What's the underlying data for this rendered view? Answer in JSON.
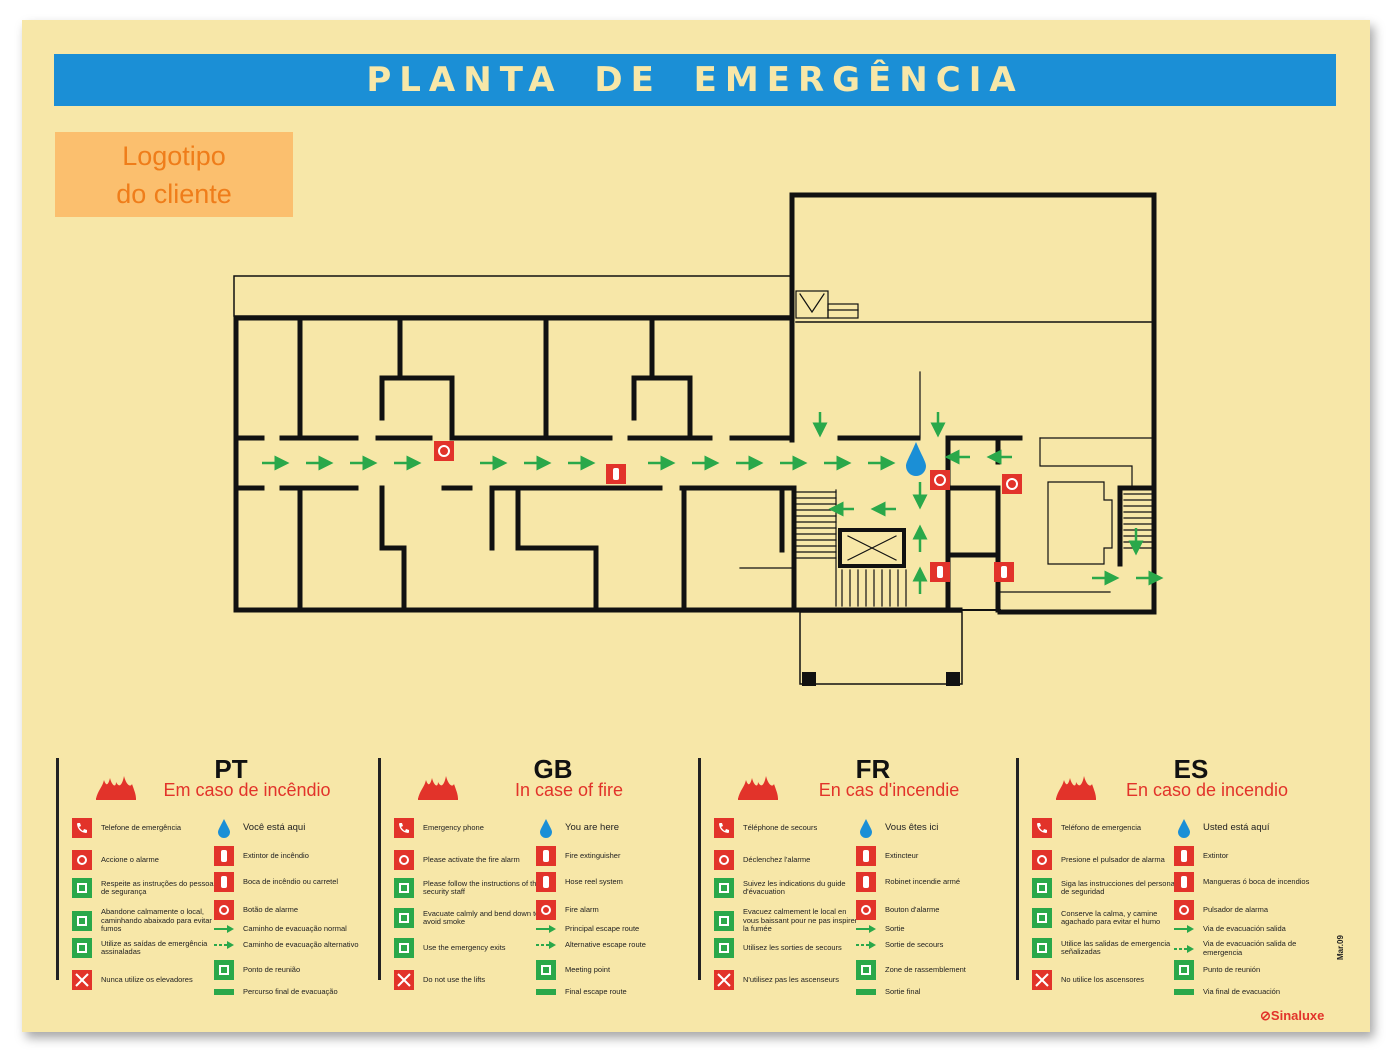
{
  "title": "PLANTA DE EMERGÊNCIA",
  "logo": {
    "line1": "Logotipo",
    "line2": "do cliente"
  },
  "colors": {
    "title_bar": "#1b8fd6",
    "background": "#f7e7a8",
    "fire_red": "#e2332a",
    "escape_green": "#2aa84a",
    "logo_box": "#fbbf6e"
  },
  "legends": [
    {
      "lang": "PT",
      "fire_title": "Em caso de incêndio",
      "left": [
        {
          "icon": "phone-icon",
          "text": "Telefone de emergência"
        },
        {
          "icon": "alarm-icon",
          "text": "Accione o alarme"
        },
        {
          "icon": "staff-icon",
          "text": "Respeite as instruções do pessoal de segurança"
        },
        {
          "icon": "evacuate-icon",
          "text": "Abandone calmamente o local, caminhando abaixado para evitar fumos"
        },
        {
          "icon": "exit-icon",
          "text": "Utilize as saídas de emergência assinaladas"
        },
        {
          "icon": "no-lift-icon",
          "text": "Nunca utilize os elevadores"
        }
      ],
      "right": [
        {
          "icon": "you-are-here-icon",
          "text": "Você está aqui"
        },
        {
          "icon": "extinguisher-icon",
          "text": "Extintor de incêndio"
        },
        {
          "icon": "hose-icon",
          "text": "Boca de incêndio ou carretel"
        },
        {
          "icon": "alarm-button-icon",
          "text": "Botão de alarme"
        },
        {
          "icon": "arrow-solid-icon",
          "text": "Caminho de evacuação normal"
        },
        {
          "icon": "arrow-dashed-icon",
          "text": "Caminho de evacuação alternativo"
        },
        {
          "icon": "meeting-point-icon",
          "text": "Ponto de reunião"
        },
        {
          "icon": "final-route-icon",
          "text": "Percurso final de evacuação"
        }
      ]
    },
    {
      "lang": "GB",
      "fire_title": "In case of fire",
      "left": [
        {
          "icon": "phone-icon",
          "text": "Emergency phone"
        },
        {
          "icon": "alarm-icon",
          "text": "Please activate the fire alarm"
        },
        {
          "icon": "staff-icon",
          "text": "Please follow the instructions of the security staff"
        },
        {
          "icon": "evacuate-icon",
          "text": "Evacuate calmly and bend down to avoid smoke"
        },
        {
          "icon": "exit-icon",
          "text": "Use the emergency exits"
        },
        {
          "icon": "no-lift-icon",
          "text": "Do not use the lifts"
        }
      ],
      "right": [
        {
          "icon": "you-are-here-icon",
          "text": "You are here"
        },
        {
          "icon": "extinguisher-icon",
          "text": "Fire extinguisher"
        },
        {
          "icon": "hose-icon",
          "text": "Hose reel system"
        },
        {
          "icon": "alarm-button-icon",
          "text": "Fire alarm"
        },
        {
          "icon": "arrow-solid-icon",
          "text": "Principal escape route"
        },
        {
          "icon": "arrow-dashed-icon",
          "text": "Alternative escape route"
        },
        {
          "icon": "meeting-point-icon",
          "text": "Meeting point"
        },
        {
          "icon": "final-route-icon",
          "text": "Final escape route"
        }
      ]
    },
    {
      "lang": "FR",
      "fire_title": "En cas d'incendie",
      "left": [
        {
          "icon": "phone-icon",
          "text": "Téléphone de secours"
        },
        {
          "icon": "alarm-icon",
          "text": "Déclenchez l'alarme"
        },
        {
          "icon": "staff-icon",
          "text": "Suivez les indications du guide d'évacuation"
        },
        {
          "icon": "evacuate-icon",
          "text": "Evacuez calmement le local en vous baissant pour ne pas inspirer la fumée"
        },
        {
          "icon": "exit-icon",
          "text": "Utilisez les sorties de secours"
        },
        {
          "icon": "no-lift-icon",
          "text": "N'utilisez pas les ascenseurs"
        }
      ],
      "right": [
        {
          "icon": "you-are-here-icon",
          "text": "Vous êtes ici"
        },
        {
          "icon": "extinguisher-icon",
          "text": "Extincteur"
        },
        {
          "icon": "hose-icon",
          "text": "Robinet incendie armé"
        },
        {
          "icon": "alarm-button-icon",
          "text": "Bouton d'alarme"
        },
        {
          "icon": "arrow-solid-icon",
          "text": "Sortie"
        },
        {
          "icon": "arrow-dashed-icon",
          "text": "Sortie de secours"
        },
        {
          "icon": "meeting-point-icon",
          "text": "Zone de rassemblement"
        },
        {
          "icon": "final-route-icon",
          "text": "Sortie final"
        }
      ]
    },
    {
      "lang": "ES",
      "fire_title": "En caso de incendio",
      "left": [
        {
          "icon": "phone-icon",
          "text": "Teléfono de emergencia"
        },
        {
          "icon": "alarm-icon",
          "text": "Presione el pulsador de alarma"
        },
        {
          "icon": "staff-icon",
          "text": "Siga las instrucciones del personal de seguridad"
        },
        {
          "icon": "evacuate-icon",
          "text": "Conserve la calma, y camine agachado para evitar el humo"
        },
        {
          "icon": "exit-icon",
          "text": "Utilice las salidas de emergencia señalizadas"
        },
        {
          "icon": "no-lift-icon",
          "text": "No utilice los ascensores"
        }
      ],
      "right": [
        {
          "icon": "you-are-here-icon",
          "text": "Usted está aquí"
        },
        {
          "icon": "extinguisher-icon",
          "text": "Extintor"
        },
        {
          "icon": "hose-icon",
          "text": "Mangueras ó boca de incendios"
        },
        {
          "icon": "alarm-button-icon",
          "text": "Pulsador de alarma"
        },
        {
          "icon": "arrow-solid-icon",
          "text": "Via de evacuación salida"
        },
        {
          "icon": "arrow-dashed-icon",
          "text": "Via de evacuación salida de emergencia"
        },
        {
          "icon": "meeting-point-icon",
          "text": "Punto de reunión"
        },
        {
          "icon": "final-route-icon",
          "text": "Via final de evacuación"
        }
      ]
    }
  ],
  "brand": "Sinaluxe",
  "edition": "Mar.09"
}
